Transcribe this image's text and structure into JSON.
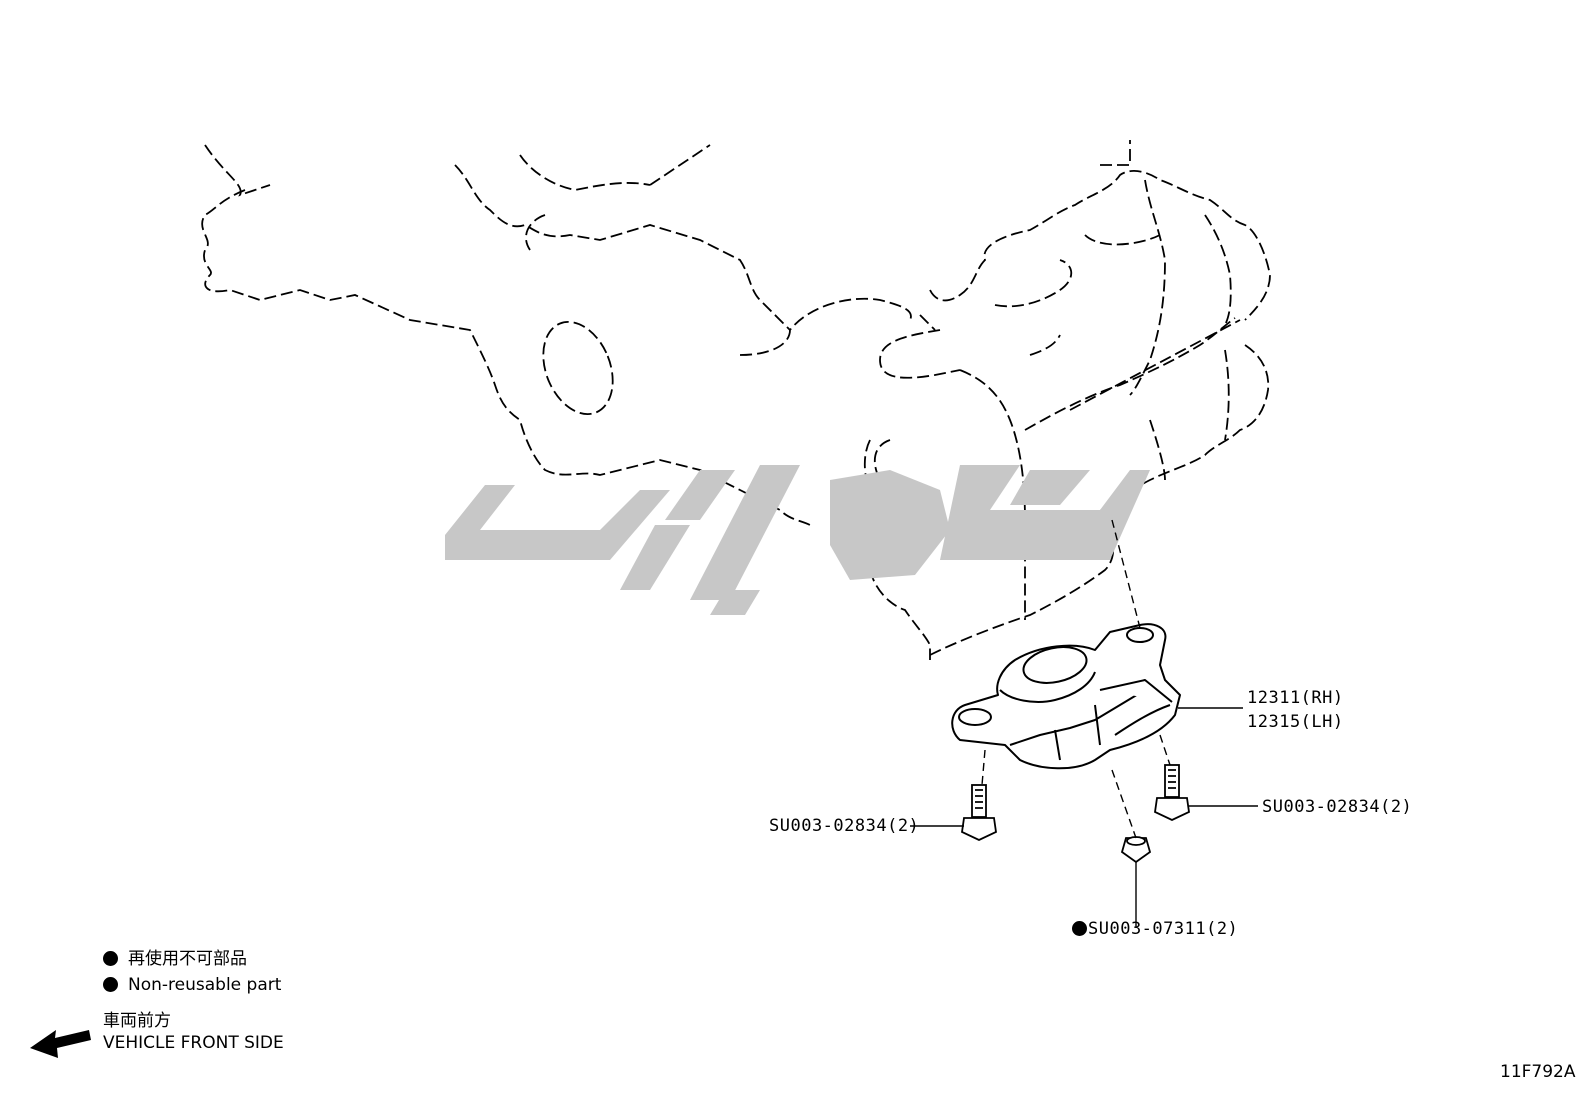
{
  "callouts": {
    "mount_rh": "12311(RH)",
    "mount_lh": "12315(LH)",
    "bolt_left": "SU003-02834(2)",
    "bolt_right": "SU003-02834(2)",
    "nut_bottom": "SU003-07311(2)"
  },
  "legend": {
    "non_reusable_jp": "再使用不可部品",
    "non_reusable_en": "Non-reusable part",
    "front_jp": "車両前方",
    "front_en": "VEHICLE FRONT SIDE"
  },
  "figure_id": "11F792A",
  "colors": {
    "line": "#000000",
    "watermark": "#c7c7c7",
    "background": "#ffffff"
  }
}
